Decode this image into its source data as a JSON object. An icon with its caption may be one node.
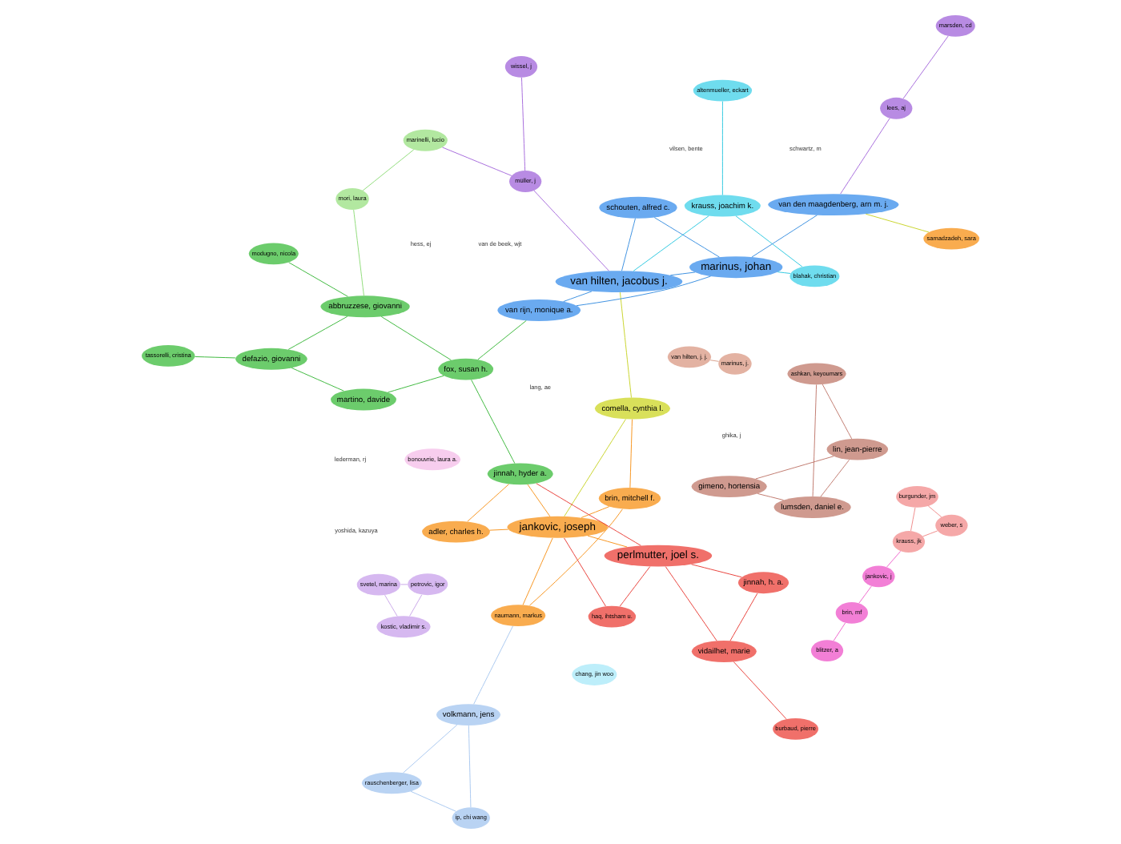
{
  "diagram": {
    "nodes": [
      {
        "text": [
          "svetel, marina"
        ]
      },
      {
        "text": [
          "petrovic, igor"
        ]
      },
      {
        "text": [
          "kostic, vladimir s."
        ]
      },
      {
        "text": [
          "lang, ae"
        ]
      },
      {
        "text": [
          "ghika, j"
        ]
      },
      {
        "text": [
          "rauschenberger, lisa"
        ]
      },
      {
        "text": [
          "ip, chi wang"
        ]
      },
      {
        "text": [
          "van hilten, j. j."
        ]
      },
      {
        "text": [
          "hess, ej"
        ]
      },
      {
        "text": [
          "lederman, rj"
        ]
      },
      {
        "text": [
          "marinus, j."
        ]
      },
      {
        "text": [
          "volkmann, jens"
        ]
      },
      {
        "text": [
          "marsden, cd"
        ]
      },
      {
        "text": [
          "blahak, christian"
        ]
      },
      {
        "text": [
          "van de beek, wjt"
        ]
      },
      {
        "text": [
          "bonouvrie, laura a."
        ]
      },
      {
        "text": [
          "lees, aj"
        ]
      },
      {
        "text": [
          "krauss, joachim k."
        ]
      },
      {
        "text": [
          "naumann, markus"
        ]
      },
      {
        "text": [
          "blitzer, a"
        ]
      },
      {
        "text": [
          "altenmueller, eckart"
        ]
      },
      {
        "text": [
          "samadzadeh, sara"
        ]
      },
      {
        "text": [
          "brin, mitchell f."
        ]
      },
      {
        "text": [
          "haq, ihtsham u."
        ]
      },
      {
        "text": [
          "brin, mf"
        ]
      },
      {
        "text": [
          "van den maagdenberg, arn m. j."
        ]
      },
      {
        "text": [
          "gimeno, hortensia"
        ]
      },
      {
        "text": [
          "comella, cynthia l."
        ]
      },
      {
        "text": [
          "jankovic, j"
        ]
      },
      {
        "text": [
          "marinus, johan"
        ]
      },
      {
        "text": [
          "jankovic, joseph"
        ]
      },
      {
        "text": [
          "lin, jean-pierre"
        ]
      },
      {
        "text": [
          "krauss, jk"
        ]
      },
      {
        "text": [
          "van hilten, jacobus j."
        ]
      },
      {
        "text": [
          "lumsden, daniel e."
        ]
      },
      {
        "text": [
          "schouten, alfred c."
        ]
      },
      {
        "text": [
          "van rijn, monique a."
        ]
      },
      {
        "text": [
          "adler, charles h."
        ]
      },
      {
        "text": [
          "ashkan, keyoumars"
        ]
      },
      {
        "text": [
          "burgunder, jm"
        ]
      },
      {
        "text": [
          "jinnah, hyder a."
        ]
      },
      {
        "text": [
          "weber, s"
        ]
      },
      {
        "text": [
          "mori, laura"
        ]
      },
      {
        "text": [
          "modugno, nicola"
        ]
      },
      {
        "text": [
          "abbruzzese, giovanni"
        ]
      },
      {
        "text": [
          "fox, susan h."
        ]
      },
      {
        "text": [
          "perlmutter, joel s."
        ]
      },
      {
        "text": [
          "marinelli, lucio"
        ]
      },
      {
        "text": [
          "müller, j"
        ]
      },
      {
        "text": [
          "martino, davide"
        ]
      },
      {
        "text": [
          "jinnah, h. a."
        ]
      },
      {
        "text": [
          "wissel, j"
        ]
      },
      {
        "text": [
          "defazio, giovanni"
        ]
      },
      {
        "text": [
          "vidailhet, marie"
        ]
      },
      {
        "text": [
          "yoshida, kazuya"
        ]
      },
      {
        "text": [
          "tassorelli, cristina"
        ]
      },
      {
        "text": [
          "burbaud, pierre"
        ]
      },
      {
        "text": [
          "chang, jin woo"
        ]
      },
      {
        "text": [
          "schwartz, m"
        ]
      },
      {
        "text": [
          "vilsen, bente"
        ]
      }
    ],
    "edges": [
      {
        "from": 0,
        "to": 1,
        "arrow": "none",
        "color": "#c9a6e8"
      },
      {
        "from": 1,
        "to": 2,
        "arrow": "none",
        "color": "#c9a6e8"
      },
      {
        "from": 0,
        "to": 2,
        "arrow": "none",
        "color": "#c9a6e8"
      },
      {
        "from": 5,
        "to": 6,
        "arrow": "none",
        "color": "#a9c8f0"
      },
      {
        "from": 6,
        "to": 11,
        "arrow": "none",
        "color": "#a9c8f0"
      },
      {
        "from": 5,
        "to": 11,
        "arrow": "none",
        "color": "#a9c8f0"
      },
      {
        "from": 7,
        "to": 10,
        "arrow": "none",
        "color": "#d8a08c"
      },
      {
        "from": 11,
        "to": 18,
        "arrow": "none",
        "color": "#a9c8f0"
      },
      {
        "from": 12,
        "to": 16,
        "arrow": "none",
        "color": "#a66bdc"
      },
      {
        "from": 16,
        "to": 25,
        "arrow": "none",
        "color": "#a66bdc"
      },
      {
        "from": 13,
        "to": 17,
        "arrow": "none",
        "color": "#2ec8e0"
      },
      {
        "from": 17,
        "to": 20,
        "arrow": "none",
        "color": "#2ec8e0"
      },
      {
        "from": 13,
        "to": 29,
        "arrow": "none",
        "color": "#2ec8e0"
      },
      {
        "from": 17,
        "to": 33,
        "arrow": "none",
        "color": "#2ec8e0"
      },
      {
        "from": 19,
        "to": 24,
        "arrow": "none",
        "color": "#ee66cc"
      },
      {
        "from": 24,
        "to": 28,
        "arrow": "none",
        "color": "#ee66cc"
      },
      {
        "from": 28,
        "to": 32,
        "arrow": "none",
        "color": "#ee66cc"
      },
      {
        "from": 32,
        "to": 39,
        "arrow": "none",
        "color": "#f08a8a"
      },
      {
        "from": 39,
        "to": 41,
        "arrow": "none",
        "color": "#f08a8a"
      },
      {
        "from": 32,
        "to": 41,
        "arrow": "none",
        "color": "#f08a8a"
      },
      {
        "from": 21,
        "to": 25,
        "arrow": "none",
        "color": "#c8d42a"
      },
      {
        "from": 18,
        "to": 22,
        "arrow": "none",
        "color": "#f7941d"
      },
      {
        "from": 22,
        "to": 30,
        "arrow": "none",
        "color": "#f7941d"
      },
      {
        "from": 18,
        "to": 30,
        "arrow": "none",
        "color": "#f7941d"
      },
      {
        "from": 22,
        "to": 27,
        "arrow": "none",
        "color": "#f7941d"
      },
      {
        "from": 27,
        "to": 30,
        "arrow": "none",
        "color": "#c8d42a"
      },
      {
        "from": 23,
        "to": 46,
        "arrow": "none",
        "color": "#e8403a"
      },
      {
        "from": 23,
        "to": 30,
        "arrow": "none",
        "color": "#e8403a"
      },
      {
        "from": 26,
        "to": 31,
        "arrow": "none",
        "color": "#c07a6e"
      },
      {
        "from": 31,
        "to": 34,
        "arrow": "none",
        "color": "#c07a6e"
      },
      {
        "from": 34,
        "to": 38,
        "arrow": "none",
        "color": "#c07a6e"
      },
      {
        "from": 26,
        "to": 34,
        "arrow": "none",
        "color": "#c07a6e"
      },
      {
        "from": 31,
        "to": 38,
        "arrow": "none",
        "color": "#c07a6e"
      },
      {
        "from": 29,
        "to": 33,
        "arrow": "none",
        "color": "#3b8fe0"
      },
      {
        "from": 25,
        "to": 29,
        "arrow": "none",
        "color": "#3b8fe0"
      },
      {
        "from": 33,
        "to": 35,
        "arrow": "none",
        "color": "#3b8fe0"
      },
      {
        "from": 33,
        "to": 36,
        "arrow": "none",
        "color": "#3b8fe0"
      },
      {
        "from": 29,
        "to": 35,
        "arrow": "none",
        "color": "#3b8fe0"
      },
      {
        "from": 29,
        "to": 36,
        "arrow": "none",
        "color": "#3b8fe0"
      },
      {
        "from": 27,
        "to": 33,
        "arrow": "none",
        "color": "#c8d42a"
      },
      {
        "from": 30,
        "to": 37,
        "arrow": "none",
        "color": "#f7941d"
      },
      {
        "from": 37,
        "to": 40,
        "arrow": "none",
        "color": "#f7941d"
      },
      {
        "from": 30,
        "to": 40,
        "arrow": "none",
        "color": "#f7941d"
      },
      {
        "from": 40,
        "to": 45,
        "arrow": "none",
        "color": "#3cb83c"
      },
      {
        "from": 45,
        "to": 49,
        "arrow": "none",
        "color": "#3cb83c"
      },
      {
        "from": 49,
        "to": 52,
        "arrow": "none",
        "color": "#3cb83c"
      },
      {
        "from": 44,
        "to": 52,
        "arrow": "none",
        "color": "#3cb83c"
      },
      {
        "from": 44,
        "to": 45,
        "arrow": "none",
        "color": "#3cb83c"
      },
      {
        "from": 43,
        "to": 44,
        "arrow": "none",
        "color": "#3cb83c"
      },
      {
        "from": 36,
        "to": 45,
        "arrow": "none",
        "color": "#3cb83c"
      },
      {
        "from": 46,
        "to": 50,
        "arrow": "none",
        "color": "#e8403a"
      },
      {
        "from": 50,
        "to": 53,
        "arrow": "none",
        "color": "#e8403a"
      },
      {
        "from": 46,
        "to": 53,
        "arrow": "none",
        "color": "#e8403a"
      },
      {
        "from": 40,
        "to": 46,
        "arrow": "none",
        "color": "#e8403a"
      },
      {
        "from": 30,
        "to": 46,
        "arrow": "none",
        "color": "#f7941d"
      },
      {
        "from": 42,
        "to": 47,
        "arrow": "none",
        "color": "#8fdc7a"
      },
      {
        "from": 42,
        "to": 44,
        "arrow": "none",
        "color": "#8fdc7a"
      },
      {
        "from": 48,
        "to": 51,
        "arrow": "none",
        "color": "#a66bdc"
      },
      {
        "from": 47,
        "to": 48,
        "arrow": "none",
        "color": "#a66bdc"
      },
      {
        "from": 48,
        "to": 33,
        "arrow": "none",
        "color": "#a66bdc"
      },
      {
        "from": 52,
        "to": 55,
        "arrow": "none",
        "color": "#3cb83c"
      },
      {
        "from": 53,
        "to": 56,
        "arrow": "none",
        "color": "#e8403a"
      }
    ]
  }
}
